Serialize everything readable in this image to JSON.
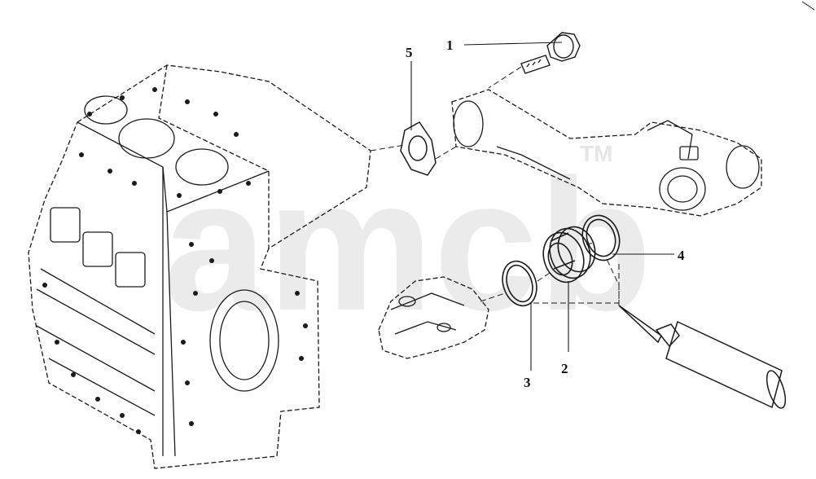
{
  "diagram": {
    "callouts": [
      {
        "id": "1",
        "label": "1"
      },
      {
        "id": "2",
        "label": "2"
      },
      {
        "id": "3",
        "label": "3"
      },
      {
        "id": "4",
        "label": "4"
      },
      {
        "id": "5",
        "label": "5"
      }
    ],
    "watermark": {
      "text": "amcb",
      "trademark": "TM",
      "color": "#dcdcdc"
    },
    "line_color": "#1a1a1a"
  }
}
